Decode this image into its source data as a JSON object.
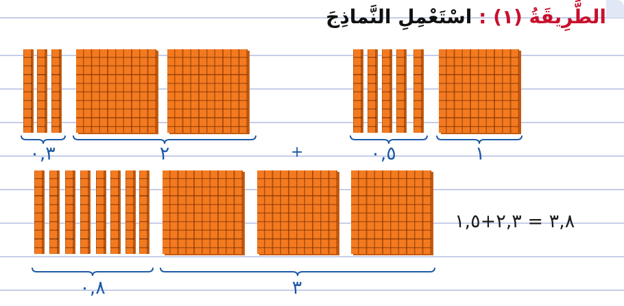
{
  "title": {
    "method_label": "الطَّرِيقَةُ (١) :",
    "method_text": "اسْتَعْمِلِ النَّماذِجَ"
  },
  "row1": {
    "left": {
      "hundredths_value": "٠,٣",
      "hundredths_rods": 3,
      "ones_value": "٢",
      "ones_flats": 2
    },
    "operator": "+",
    "right": {
      "hundredths_value": "٠,٥",
      "hundredths_rods": 5,
      "ones_value": "١",
      "ones_flats": 1
    }
  },
  "row2": {
    "hundredths_value": "٠,٨",
    "hundredths_rods": 8,
    "ones_value": "٣",
    "ones_flats": 3
  },
  "equation": "٣,٨ = ٢,٣+١,٥",
  "colors": {
    "block": "#f47a20",
    "block_shadow": "#c45a10",
    "brace": "#1b59a6",
    "title_accent": "#c8102e",
    "ruled_line": "#c5cde9"
  }
}
